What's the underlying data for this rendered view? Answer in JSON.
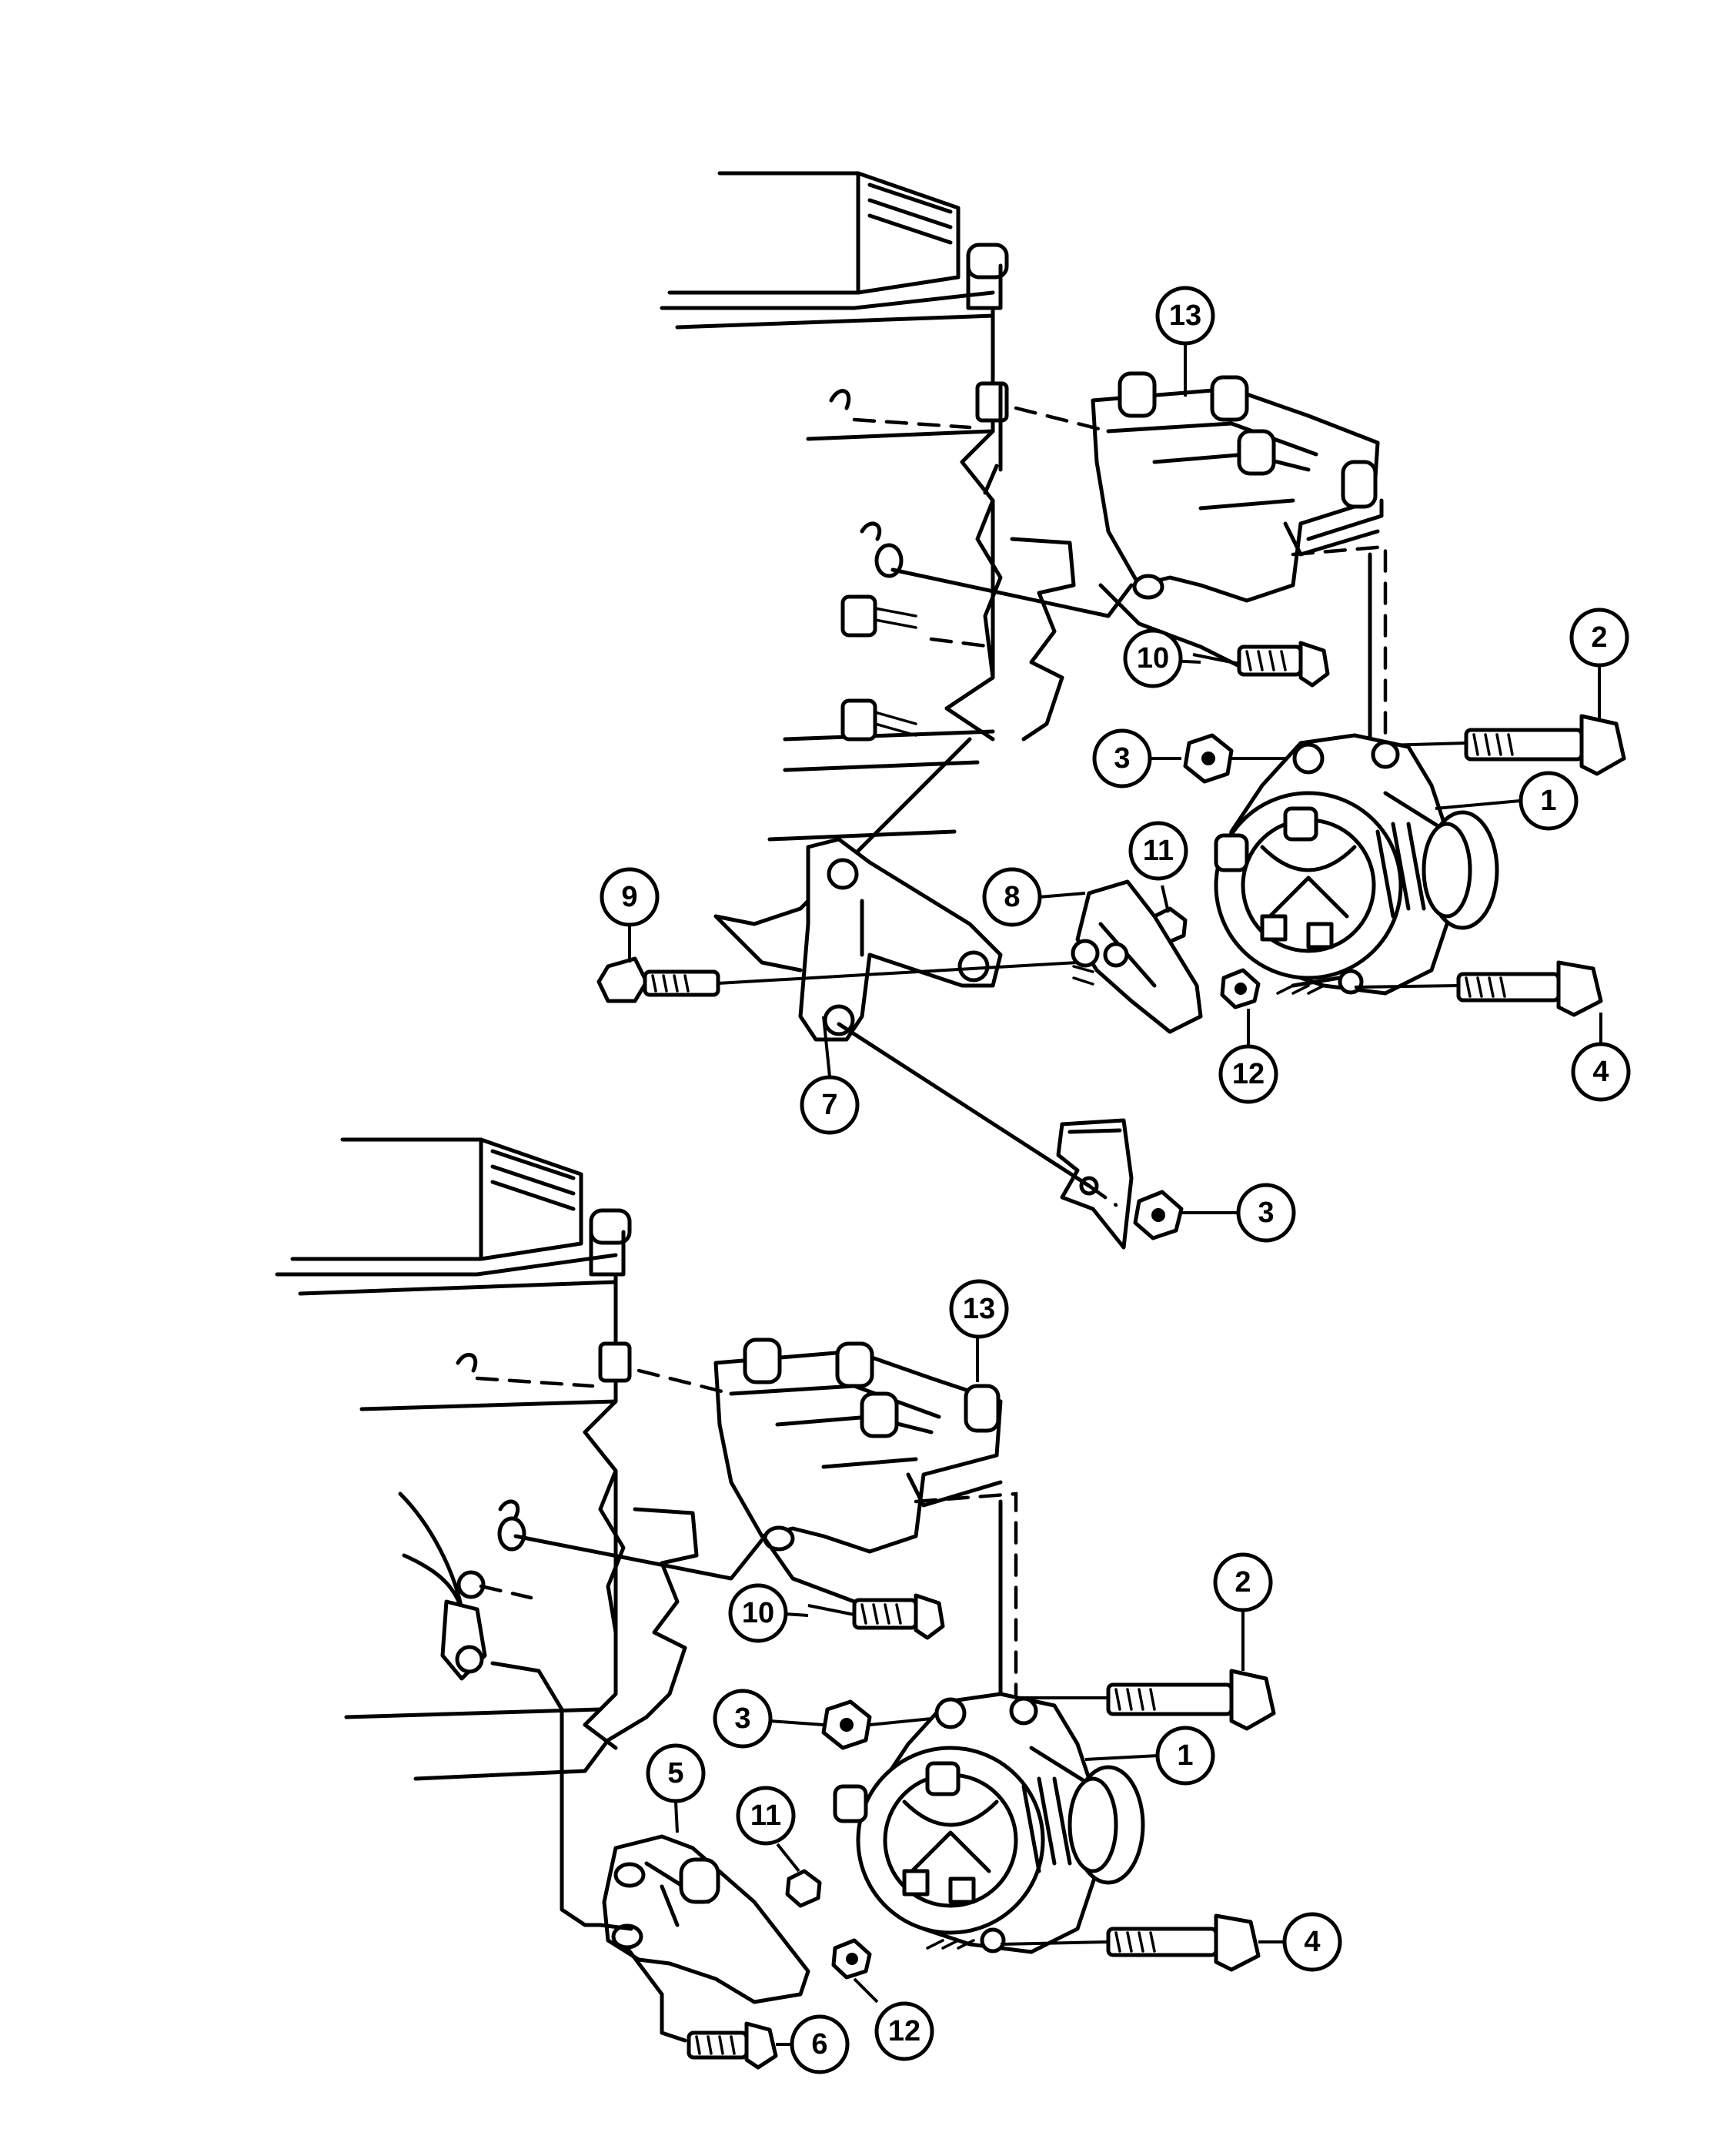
{
  "callouts": [
    {
      "id": "c13a",
      "label": "13"
    },
    {
      "id": "c2a",
      "label": "2"
    },
    {
      "id": "c10a",
      "label": "10"
    },
    {
      "id": "c3a",
      "label": "3"
    },
    {
      "id": "c1a",
      "label": "1"
    },
    {
      "id": "c11a",
      "label": "11"
    },
    {
      "id": "c8a",
      "label": "8"
    },
    {
      "id": "c9a",
      "label": "9"
    },
    {
      "id": "c4a",
      "label": "4"
    },
    {
      "id": "c12a",
      "label": "12"
    },
    {
      "id": "c7a",
      "label": "7"
    },
    {
      "id": "c3b",
      "label": "3"
    },
    {
      "id": "c13b",
      "label": "13"
    },
    {
      "id": "c2b",
      "label": "2"
    },
    {
      "id": "c10b",
      "label": "10"
    },
    {
      "id": "c3c",
      "label": "3"
    },
    {
      "id": "c1b",
      "label": "1"
    },
    {
      "id": "c5b",
      "label": "5"
    },
    {
      "id": "c11b",
      "label": "11"
    },
    {
      "id": "c4b",
      "label": "4"
    },
    {
      "id": "c12b",
      "label": "12"
    },
    {
      "id": "c6b",
      "label": "6"
    }
  ]
}
